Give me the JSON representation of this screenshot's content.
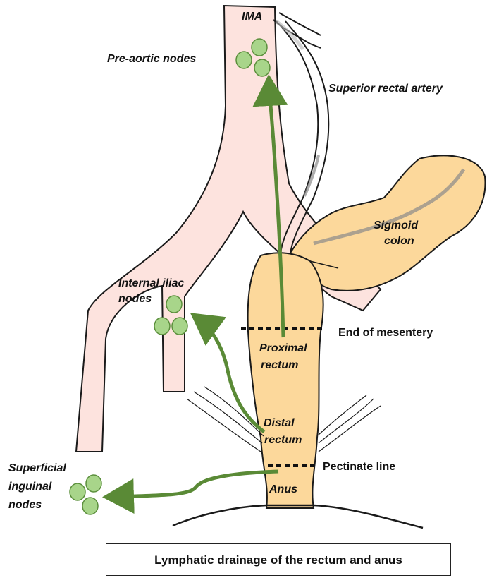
{
  "labels": {
    "ima": "IMA",
    "pre_aortic_nodes": "Pre-aortic nodes",
    "superior_rectal_artery": "Superior rectal artery",
    "sigmoid_colon_line1": "Sigmoid",
    "sigmoid_colon_line2": "colon",
    "internal_iliac_line1": "Internal iliac",
    "internal_iliac_line2": "nodes",
    "end_of_mesentery": "End of mesentery",
    "proximal_rectum_line1": "Proximal",
    "proximal_rectum_line2": "rectum",
    "distal_rectum_line1": "Distal",
    "distal_rectum_line2": "rectum",
    "pectinate_line": "Pectinate line",
    "superficial_inguinal_line1": "Superficial",
    "superficial_inguinal_line2": "inguinal",
    "superficial_inguinal_line3": "nodes",
    "anus": "Anus"
  },
  "caption": "Lymphatic drainage of the rectum and anus",
  "colors": {
    "vessel_fill": "#fde3de",
    "colon_fill": "#fcd89b",
    "node_fill": "#a8d58a",
    "node_stroke": "#5b8f3c",
    "arrow": "#5a8a36",
    "outline": "#1a1a1a"
  }
}
